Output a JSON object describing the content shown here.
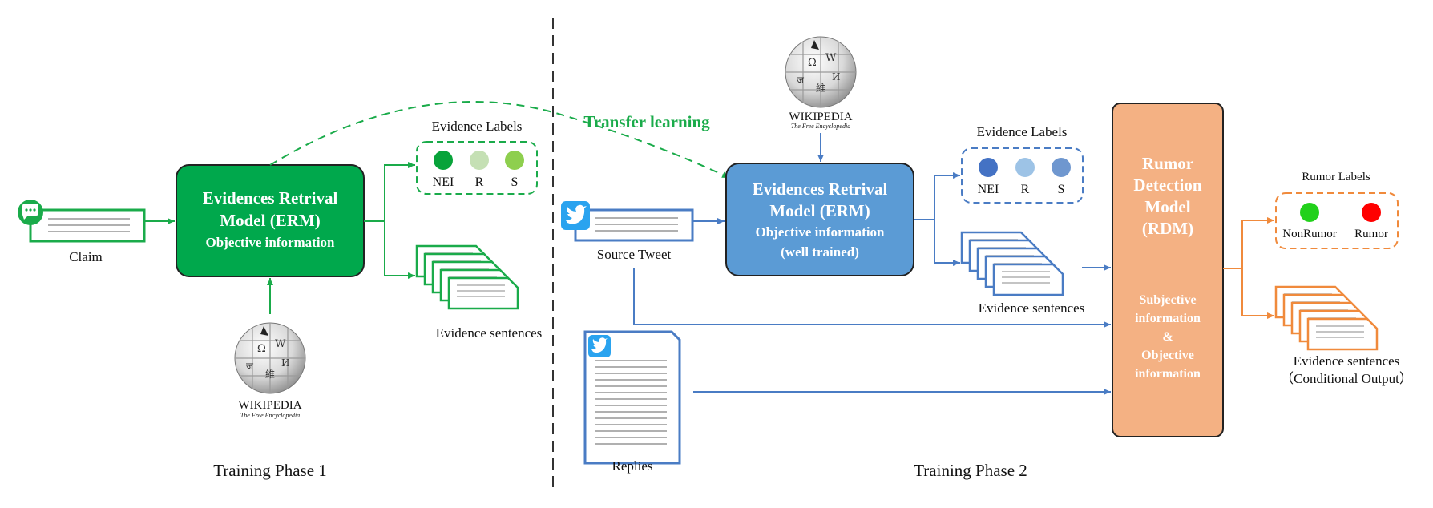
{
  "phase1": {
    "title": "Training Phase 1",
    "claim_label": "Claim",
    "erm_line1": "Evidences Retrival",
    "erm_line2": "Model (ERM)",
    "erm_line3": "Objective information",
    "evidence_labels_title": "Evidence Labels",
    "labels": [
      "NEI",
      "R",
      "S"
    ],
    "evidence_sentences": "Evidence sentences"
  },
  "transfer_label": "Transfer learning",
  "phase2": {
    "title": "Training Phase 2",
    "source_tweet": "Source Tweet",
    "replies": "Replies",
    "erm_line1": "Evidences Retrival",
    "erm_line2": "Model (ERM)",
    "erm_line3": "Objective information",
    "erm_line4": "(well trained)",
    "evidence_labels_title": "Evidence Labels",
    "labels": [
      "NEI",
      "R",
      "S"
    ],
    "evidence_sentences": "Evidence sentences"
  },
  "rdm": {
    "line1": "Rumor",
    "line2": "Detection",
    "line3": "Model",
    "line4": "(RDM)",
    "sub1": "Subjective",
    "sub2": "information",
    "sub3": "&",
    "sub4": "Objective",
    "sub5": "information"
  },
  "output": {
    "rumor_labels_title": "Rumor Labels",
    "labels": [
      "NonRumor",
      "Rumor"
    ],
    "evidence_line1": "Evidence sentences",
    "evidence_line2": "（Conditional Output）"
  },
  "wikipedia": {
    "name": "WIKIPEDIA",
    "tagline": "The Free Encyclopedia"
  },
  "colors": {
    "green": "#1aab4a",
    "green_dark": "#0e8a3a",
    "blue": "#4a7cc4",
    "blue_fill": "#5b9bd5",
    "orange": "#f08a3c",
    "orange_fill": "#f4b183"
  }
}
